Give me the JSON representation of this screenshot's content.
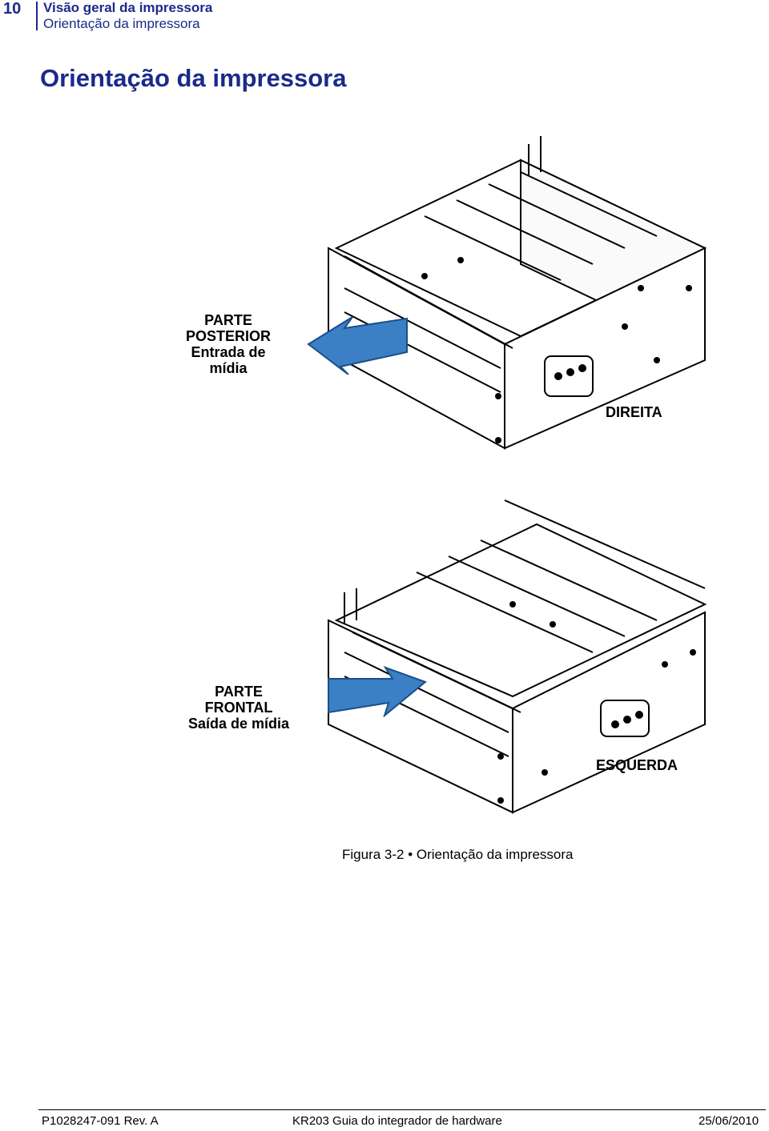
{
  "header": {
    "page_number": "10",
    "chapter": "Visão geral da impressora",
    "section": "Orientação da impressora"
  },
  "title": "Orientação da impressora",
  "figure": {
    "top_labels": {
      "rear": [
        "PARTE",
        "POSTERIOR",
        "Entrada de",
        "mídia"
      ],
      "right": "DIREITA"
    },
    "bottom_labels": {
      "front": [
        "PARTE",
        "FRONTAL",
        "Saída de mídia"
      ],
      "left": "ESQUERDA"
    },
    "arrow_color": "#3b7fc4",
    "caption": "Figura 3-2 • Orientação da impressora"
  },
  "footer": {
    "left": "P1028247-091 Rev. A",
    "center": "KR203 Guia do integrador de hardware",
    "right": "25/06/2010"
  }
}
